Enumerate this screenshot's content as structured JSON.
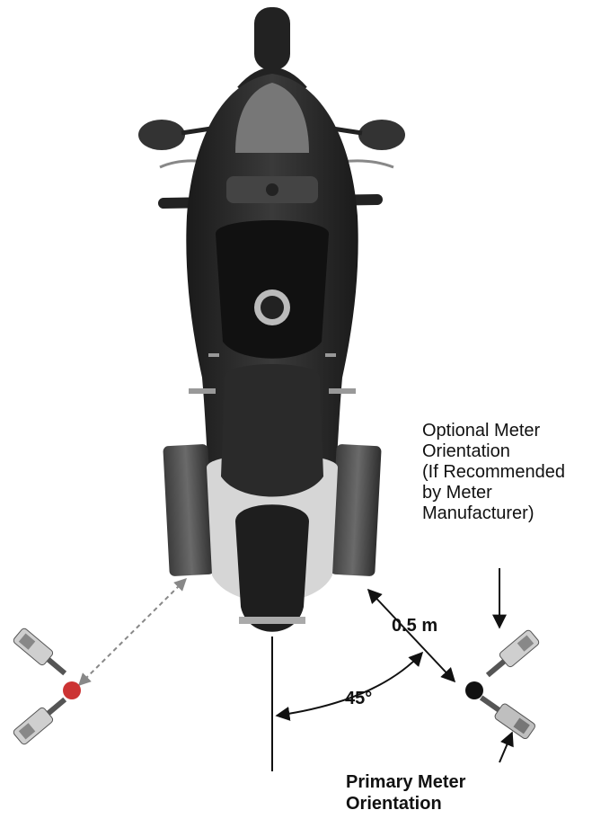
{
  "labels": {
    "optional_orientation": [
      "Optional Meter",
      "Orientation",
      "(If Recommended",
      "by Meter",
      "Manufacturer)"
    ],
    "distance": "0.5 m",
    "angle": "45°",
    "primary_orientation": [
      "Primary Meter",
      "Orientation"
    ]
  },
  "colors": {
    "meter_point": "#cc3333",
    "meter_point_primary": "#111111",
    "arrow": "#111111",
    "dashed_arrow": "#777777"
  }
}
